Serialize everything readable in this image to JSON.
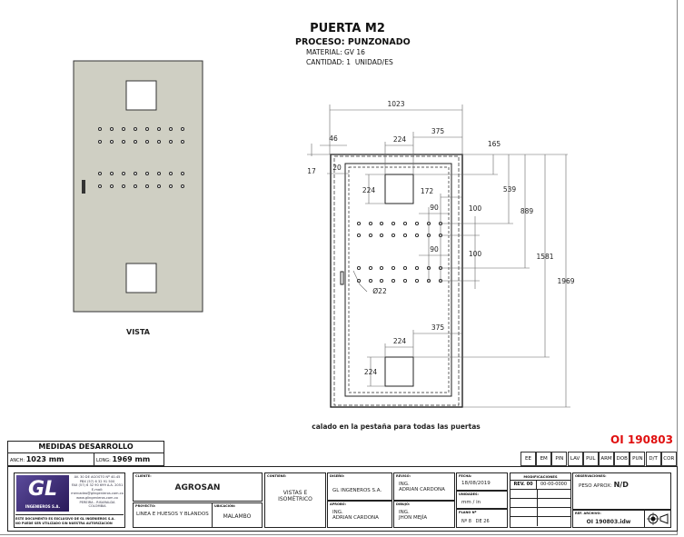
{
  "header": {
    "title": "PUERTA M2",
    "process": "PROCESO: PUNZONADO",
    "material_label": "MATERIAL:",
    "material": "GV 16",
    "quantity_label": "CANTIDAD:",
    "quantity": "1",
    "quantity_unit": "UNIDAD/ES"
  },
  "view": {
    "label": "VISTA"
  },
  "dimensions": {
    "width": "1023",
    "d375": "375",
    "d224": "224",
    "d46": "46",
    "d17": "17",
    "d20": "20",
    "d165": "165",
    "d539": "539",
    "d889": "889",
    "d1581": "1581",
    "d1969": "1969",
    "d172": "172",
    "d90": "90",
    "d100": "100",
    "hole": "Ø22"
  },
  "note": "calado en la pestaña para todas las puertas",
  "order": "OI 190803",
  "development": {
    "title": "MEDIDAS DESARROLLO",
    "width_label": "ANCH:",
    "width": "1023 mm",
    "length_label": "LONG:",
    "length": "1969 mm"
  },
  "process_tabs": [
    "EE",
    "EM",
    "PIN",
    "LAV",
    "PUL",
    "ARM",
    "DOB",
    "PUN",
    "D/T",
    "COR"
  ],
  "company": {
    "logo": "GL",
    "logo_sub": "INGENIEROS S.A.",
    "address": [
      "AV. 30 DE AGOSTO Nº 40-45",
      "PBX (57) 6 32 91 500",
      "FAX (57) 6 32 90 699  A.A. 2051",
      "E-mail: mercadeo@glingenieros.com.co",
      "www.glingenieros.com.co",
      "PEREIRA - RISARALDA",
      "COLOMBIA"
    ],
    "disclaimer": [
      "ESTE DOCUMENTO ES EXCLUSIVO DE GL INGENIEROS S.A.",
      "NO PUEDE SER UTILIZADO SIN NUESTRA AUTORIZACIÓN"
    ]
  },
  "title_block": {
    "client_label": "CLIENTE:",
    "client": "AGROSAN",
    "project_label": "PROYECTO:",
    "project": "LINEA E HUESOS Y BLANDOS",
    "location_label": "UBICACIÓN:",
    "location": "MALAMBO",
    "contains_label": "CONTIENE:",
    "contains": [
      "VISTAS E",
      "ISOMÉTRICO"
    ],
    "design_label": "DISEÑO:",
    "design": "GL INGENEROS S.A.",
    "approved_label": "APROBÓ:",
    "approved": [
      "ING.",
      "ADRIAN CARDONA"
    ],
    "reviewed_label": "REVISÓ:",
    "reviewed": [
      "ING.",
      "ADRIAN CARDONA"
    ],
    "drawn_label": "DIBUJÓ:",
    "drawn": [
      "ING.",
      "JHON MEJÍA"
    ],
    "date_label": "FECHA:",
    "date": "18/08/2019",
    "units_label": "UNIDADES:",
    "units": "mm / in",
    "sheet_label": "PLANO Nº",
    "sheet_n": "Nº",
    "sheet_num": "8",
    "sheet_of": "DE",
    "sheet_total": "26",
    "mods_label": "MODIFICACIONES",
    "rev": "REV. 00",
    "rev_date": "00-00-0000",
    "obs_label": "OBSERVACIONES:",
    "weight_label": "PESO APROX:",
    "weight": "N/D",
    "file_label": "REF. ARCHIVO:",
    "file": "OI 190803.idw"
  },
  "colors": {
    "panel": "#cfcfc3",
    "order": "#e01010",
    "logo": "#3a2a78"
  }
}
